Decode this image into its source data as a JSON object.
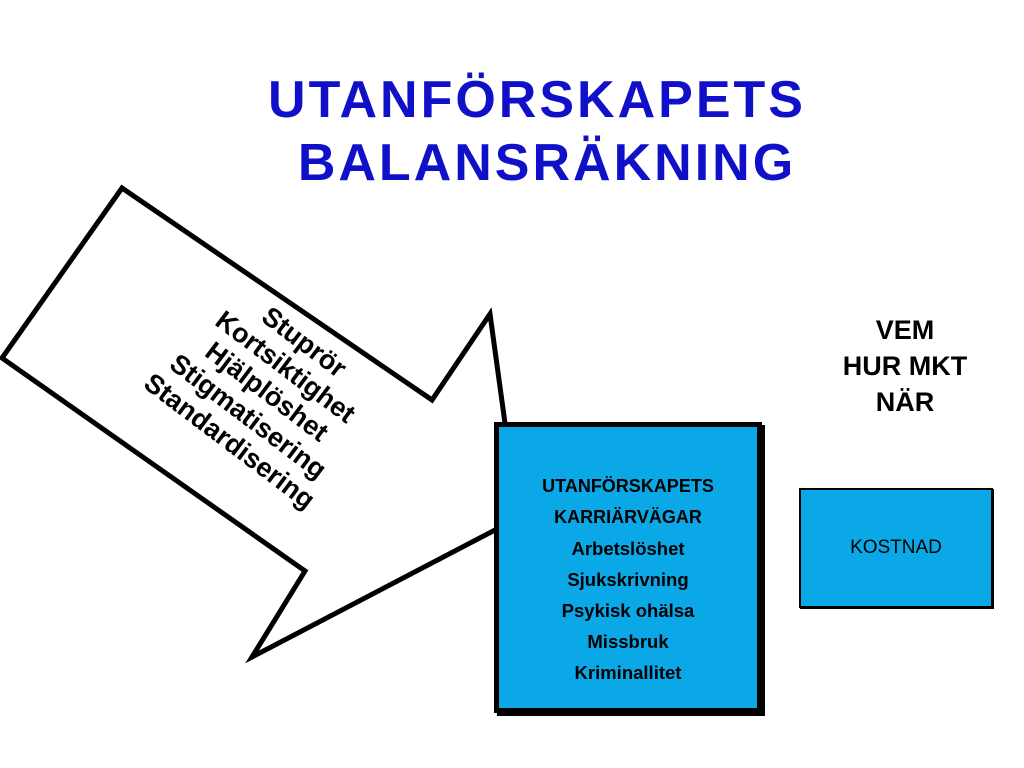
{
  "title": {
    "line1": "UTANFÖRSKAPETS",
    "line2": "BALANSRÄKNING"
  },
  "arrow": {
    "items": [
      "Stuprör",
      "Kortsiktighet",
      "Hjälplöshet",
      "Stigmatisering",
      "Standardisering"
    ]
  },
  "career_box": {
    "heading_line1": "UTANFÖRSKAPETS",
    "heading_line2": "KARRIÄRVÄGAR",
    "items": [
      "Arbetslöshet",
      "Sjukskrivning",
      "Psykisk ohälsa",
      "Missbruk",
      "Kriminallitet"
    ]
  },
  "questions": [
    "VEM",
    "HUR MKT",
    "NÄR"
  ],
  "cost_box": {
    "label": "KOSTNAD"
  },
  "colors": {
    "title": "#1010c8",
    "box_fill": "#0ba8e8",
    "outline": "#000000"
  }
}
